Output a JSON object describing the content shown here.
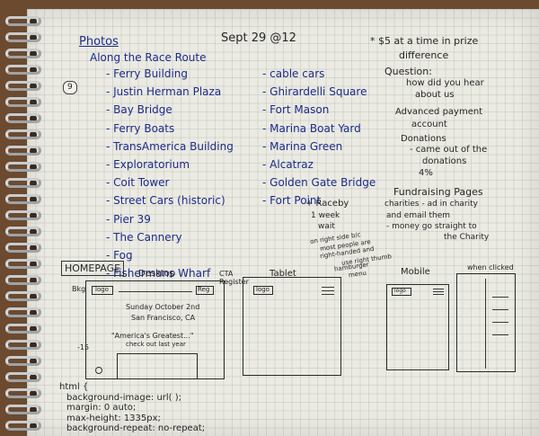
{
  "header": {
    "photos_label": "Photos",
    "date": "Sept 29 @12",
    "route_heading": "Along the Race Route",
    "page_tab": "9"
  },
  "route_list_left": [
    "- Ferry Building",
    "- Justin Herman Plaza",
    "- Bay Bridge",
    "- Ferry Boats",
    "- TransAmerica Building",
    "- Exploratorium",
    "- Coit Tower",
    "- Street Cars (historic)",
    "- Pier 39",
    "- The Cannery",
    "- Fog",
    "- Fishermans Wharf"
  ],
  "route_list_right": [
    "- cable cars",
    "- Ghirardelli Square",
    "- Fort Mason",
    "- Marina Boat Yard",
    "- Marina Green",
    "- Alcatraz",
    "- Golden Gate Bridge",
    "- Fort Point"
  ],
  "notes_right": {
    "line1": "* $5 at a time in prize",
    "line2": "difference",
    "question_label": "Question:",
    "question_1": "how did you hear",
    "question_2": "about us",
    "advanced_1": "Advanced payment",
    "advanced_2": "account",
    "donations_label": "Donations",
    "donations_1": "- came out of the",
    "donations_2": "donations",
    "donations_3": "4%",
    "fund_title": "Fundraising Pages",
    "fund_1": "charities - ad in charity",
    "fund_2": "and email them",
    "fund_3": "- money go straight to",
    "fund_4": "the Charity",
    "raceby_1": "+ Raceby",
    "raceby_2": "1 week",
    "raceby_3": "wait"
  },
  "wireframes": {
    "homepage_label": "HOMEPAGE",
    "desktop_label": "Desktop",
    "cta_note": "CTA Register",
    "logo_label": "logo",
    "reg_label": "Reg",
    "event_date": "Sunday October 2nd",
    "event_location": "San Francisco, CA",
    "quote": "\"America's Greatest...\"",
    "quote_sub": "check out last year",
    "tablet_label": "Tablet",
    "tablet_note_1": "on right side b/c",
    "tablet_note_2": "most people are",
    "tablet_note_3": "right-handed and",
    "tablet_note_4": "use right thumb",
    "tablet_note_5": "hamburger",
    "tablet_note_6": "menu",
    "mobile_label": "Mobile",
    "when_clicked": "when clicked",
    "side_mark": "-15",
    "left_mark": "Bkg"
  },
  "css_notes": [
    "html {",
    "background-image: url( );",
    "margin: 0 auto;",
    "max-height: 1335px;",
    "background-repeat: no-repeat;"
  ]
}
